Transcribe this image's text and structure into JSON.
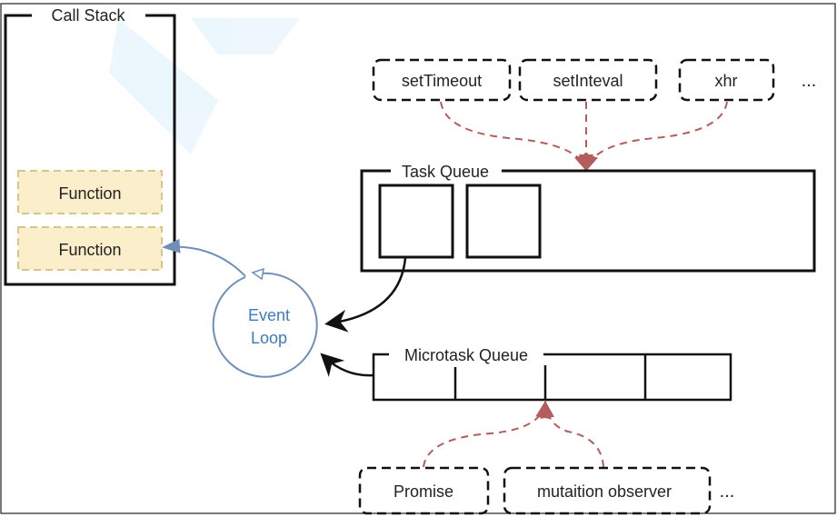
{
  "call_stack": {
    "title": "Call Stack",
    "frames": [
      "Function",
      "Function"
    ]
  },
  "web_apis": {
    "items": [
      "setTimeout",
      "setInteval",
      "xhr"
    ],
    "more": "..."
  },
  "task_queue": {
    "title": "Task Queue"
  },
  "event_loop": {
    "line1": "Event",
    "line2": "Loop"
  },
  "microtask_queue": {
    "title": "Microtask Queue"
  },
  "micro_sources": {
    "items": [
      "Promise",
      "mutaition observer"
    ],
    "more": "..."
  },
  "colors": {
    "event_loop": "#3b7bc6",
    "source_arrows": "#b55c5c",
    "function_fill": "#fbeecb",
    "function_border": "#d9c48a"
  }
}
